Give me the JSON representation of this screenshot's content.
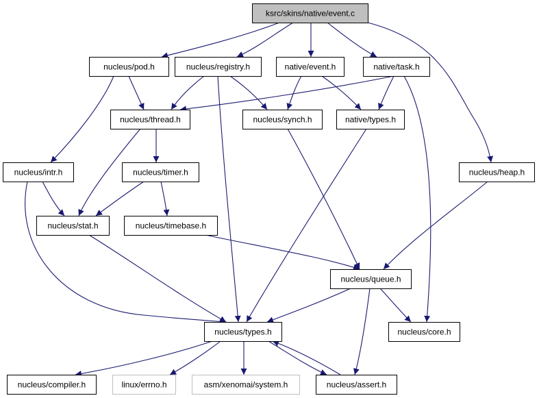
{
  "colors": {
    "edge": "#191970",
    "node_border": "#000000",
    "node_border_external": "#bfbfbf",
    "root_fill": "#bfbfbf",
    "node_fill": "#ffffff",
    "text": "#000000"
  },
  "nodes": [
    {
      "id": "event_c",
      "label": "ksrc/skins/native/event.c",
      "style": "root"
    },
    {
      "id": "pod",
      "label": "nucleus/pod.h",
      "style": "normal"
    },
    {
      "id": "registry",
      "label": "nucleus/registry.h",
      "style": "normal"
    },
    {
      "id": "native_event",
      "label": "native/event.h",
      "style": "normal"
    },
    {
      "id": "native_task",
      "label": "native/task.h",
      "style": "normal"
    },
    {
      "id": "thread",
      "label": "nucleus/thread.h",
      "style": "normal"
    },
    {
      "id": "synch",
      "label": "nucleus/synch.h",
      "style": "normal"
    },
    {
      "id": "native_types",
      "label": "native/types.h",
      "style": "normal"
    },
    {
      "id": "intr",
      "label": "nucleus/intr.h",
      "style": "normal"
    },
    {
      "id": "timer",
      "label": "nucleus/timer.h",
      "style": "normal"
    },
    {
      "id": "heap",
      "label": "nucleus/heap.h",
      "style": "normal"
    },
    {
      "id": "stat",
      "label": "nucleus/stat.h",
      "style": "normal"
    },
    {
      "id": "timebase",
      "label": "nucleus/timebase.h",
      "style": "normal"
    },
    {
      "id": "queue",
      "label": "nucleus/queue.h",
      "style": "normal"
    },
    {
      "id": "types",
      "label": "nucleus/types.h",
      "style": "normal"
    },
    {
      "id": "core",
      "label": "nucleus/core.h",
      "style": "normal"
    },
    {
      "id": "compiler",
      "label": "nucleus/compiler.h",
      "style": "normal"
    },
    {
      "id": "errno",
      "label": "linux/errno.h",
      "style": "external"
    },
    {
      "id": "system",
      "label": "asm/xenomai/system.h",
      "style": "external"
    },
    {
      "id": "assert",
      "label": "nucleus/assert.h",
      "style": "normal"
    }
  ],
  "edges": [
    {
      "from": "event_c",
      "to": "pod"
    },
    {
      "from": "event_c",
      "to": "registry"
    },
    {
      "from": "event_c",
      "to": "native_event"
    },
    {
      "from": "event_c",
      "to": "native_task"
    },
    {
      "from": "event_c",
      "to": "heap"
    },
    {
      "from": "pod",
      "to": "thread"
    },
    {
      "from": "pod",
      "to": "intr"
    },
    {
      "from": "registry",
      "to": "thread"
    },
    {
      "from": "registry",
      "to": "synch"
    },
    {
      "from": "registry",
      "to": "types"
    },
    {
      "from": "native_event",
      "to": "synch"
    },
    {
      "from": "native_event",
      "to": "native_types"
    },
    {
      "from": "native_task",
      "to": "thread"
    },
    {
      "from": "native_task",
      "to": "native_types"
    },
    {
      "from": "native_task",
      "to": "core"
    },
    {
      "from": "thread",
      "to": "timer"
    },
    {
      "from": "thread",
      "to": "stat"
    },
    {
      "from": "synch",
      "to": "queue"
    },
    {
      "from": "native_types",
      "to": "types"
    },
    {
      "from": "intr",
      "to": "stat"
    },
    {
      "from": "intr",
      "to": "types"
    },
    {
      "from": "timer",
      "to": "stat"
    },
    {
      "from": "timer",
      "to": "timebase"
    },
    {
      "from": "heap",
      "to": "queue"
    },
    {
      "from": "stat",
      "to": "types"
    },
    {
      "from": "timebase",
      "to": "queue"
    },
    {
      "from": "queue",
      "to": "types"
    },
    {
      "from": "queue",
      "to": "core"
    },
    {
      "from": "queue",
      "to": "assert"
    },
    {
      "from": "types",
      "to": "compiler"
    },
    {
      "from": "types",
      "to": "errno"
    },
    {
      "from": "types",
      "to": "system"
    },
    {
      "from": "types",
      "to": "assert"
    },
    {
      "from": "assert",
      "to": "types"
    }
  ]
}
